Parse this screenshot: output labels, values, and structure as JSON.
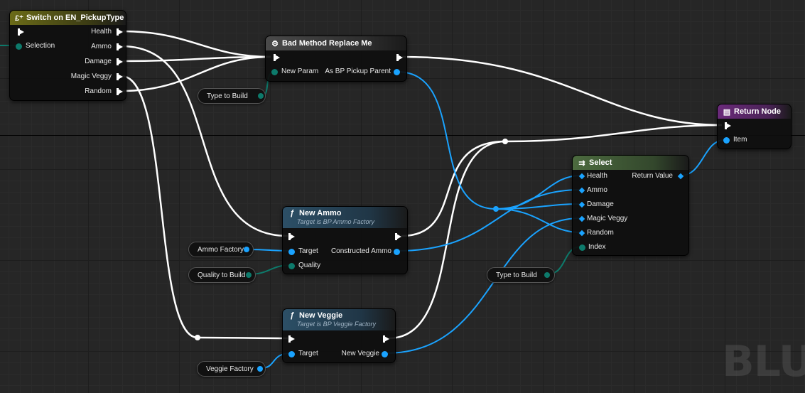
{
  "nodes": {
    "switch": {
      "title": "Switch on EN_PickupType",
      "input": "Selection",
      "outputs": [
        "Health",
        "Ammo",
        "Damage",
        "Magic Veggy",
        "Random"
      ]
    },
    "bad_method": {
      "title": "Bad Method Replace Me",
      "input": "New Param",
      "output": "As BP Pickup Parent"
    },
    "new_ammo": {
      "title": "New Ammo",
      "subtitle": "Target is BP Ammo Factory",
      "inputs": [
        "Target",
        "Quality"
      ],
      "output": "Constructed Ammo"
    },
    "new_veggie": {
      "title": "New Veggie",
      "subtitle": "Target is BP Veggie Factory",
      "input": "Target",
      "output": "New Veggie"
    },
    "select": {
      "title": "Select",
      "inputs": [
        "Health",
        "Ammo",
        "Damage",
        "Magic Veggy",
        "Random",
        "Index"
      ],
      "output": "Return Value"
    },
    "return_node": {
      "title": "Return Node",
      "input": "Item"
    }
  },
  "variables": {
    "type_to_build_1": "Type to Build",
    "ammo_factory": "Ammo Factory",
    "quality_to_build": "Quality to Build",
    "type_to_build_2": "Type to Build",
    "veggie_factory": "Veggie Factory"
  },
  "watermark": "BLUE",
  "colors": {
    "switch_header": "#6b6b18",
    "bad_method_header": "#4a4a4a",
    "function_header": "#2c4f66",
    "select_header": "#4c6b3f",
    "return_header": "#6a2a7a",
    "object_pin": "#1aa3ff",
    "enum_pin": "#0d7a6b",
    "exec_wire": "#ffffff"
  },
  "icons": {
    "switch": "switch-icon",
    "bad_method": "gear-icon",
    "function": "function-icon",
    "select": "select-icon",
    "return": "return-icon"
  }
}
